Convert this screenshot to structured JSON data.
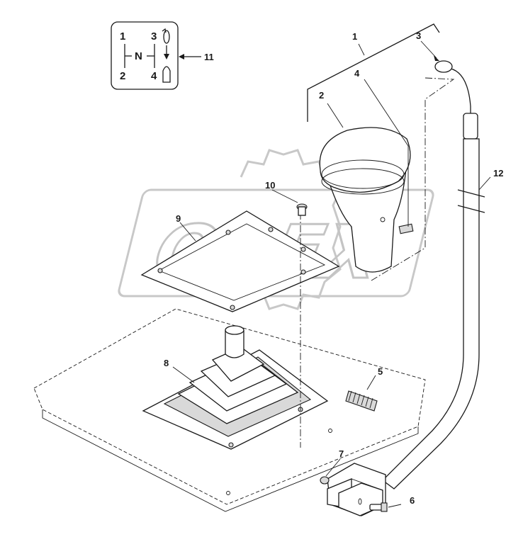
{
  "diagram": {
    "watermark": "OPEX",
    "legend": {
      "gear_1": "1",
      "gear_2": "2",
      "gear_3": "3",
      "gear_4": "4",
      "neutral": "N",
      "callout": "11"
    },
    "callouts": {
      "c1": "1",
      "c2": "2",
      "c3": "3",
      "c4": "4",
      "c5": "5",
      "c6": "6",
      "c7": "7",
      "c8": "8",
      "c9": "9",
      "c10": "10",
      "c12": "12"
    }
  }
}
